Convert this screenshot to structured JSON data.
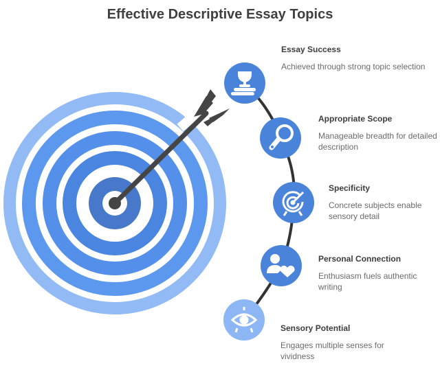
{
  "title": "Effective Descriptive Essay Topics",
  "colors": {
    "ring_outer": "#92BAF5",
    "ring_mid": "#5B98EE",
    "ring_inner": "#4A86E0",
    "bullseye": "#4778C9",
    "arrow": "#454545",
    "node_dark": "#4A84DA",
    "node_light": "#8CB6F4"
  },
  "items": [
    {
      "title": "Essay Success",
      "description": "Achieved through strong topic selection",
      "icon": "trophy-icon"
    },
    {
      "title": "Appropriate Scope",
      "description": "Manageable breadth for detailed description",
      "icon": "magnifier-icon"
    },
    {
      "title": "Specificity",
      "description": "Concrete subjects enable sensory detail",
      "icon": "target-icon"
    },
    {
      "title": "Personal Connection",
      "description": "Enthusiasm fuels authentic writing",
      "icon": "person-heart-icon"
    },
    {
      "title": "Sensory Potential",
      "description": "Engages multiple senses for vividness",
      "icon": "eye-icon"
    }
  ]
}
